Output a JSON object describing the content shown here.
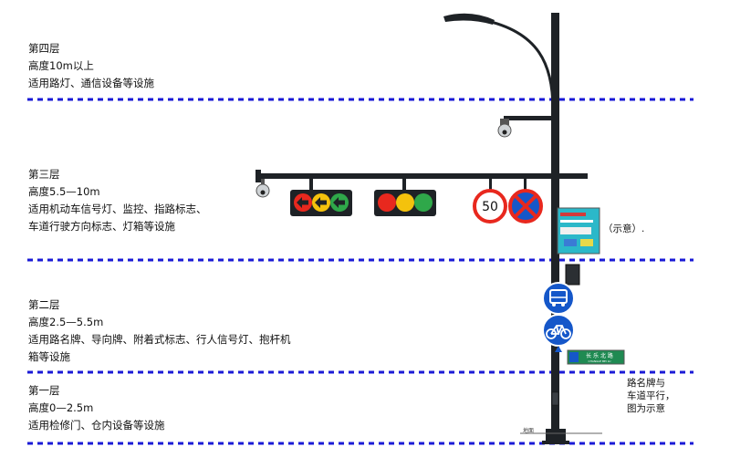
{
  "layers": [
    {
      "name": "第四层",
      "height": "高度10m以上",
      "desc": [
        "适用路灯、通信设备等设施"
      ]
    },
    {
      "name": "第三层",
      "height": "高度5.5—10m",
      "desc": [
        "适用机动车信号灯、监控、指路标志、",
        "车道行驶方向标志、灯箱等设施"
      ]
    },
    {
      "name": "第二层",
      "height": "高度2.5—5.5m",
      "desc": [
        "适用路名牌、导向牌、附着式标志、行人信号灯、抱杆机",
        "箱等设施"
      ]
    },
    {
      "name": "第一层",
      "height": "高度0—2.5m",
      "desc": [
        "适用检修门、仓内设备等设施"
      ]
    }
  ],
  "annotations": {
    "sample_note": "（示意）.",
    "plate_note": [
      "路名牌与",
      "车道平行，",
      "图为示意"
    ],
    "base_label": "地面"
  },
  "signs": {
    "speed_limit": "50",
    "street_plate_main": "长 乐 北 路",
    "street_plate_sub": "CHANGLE BEI LU"
  },
  "colors": {
    "divider": "#1a1ad6",
    "pole": "#1e2226",
    "signal_red": "#e8281e",
    "signal_yellow": "#f4c20d",
    "signal_green": "#2fa84a",
    "sign_blue": "#1557c9",
    "plate_green": "#1f8a52"
  }
}
